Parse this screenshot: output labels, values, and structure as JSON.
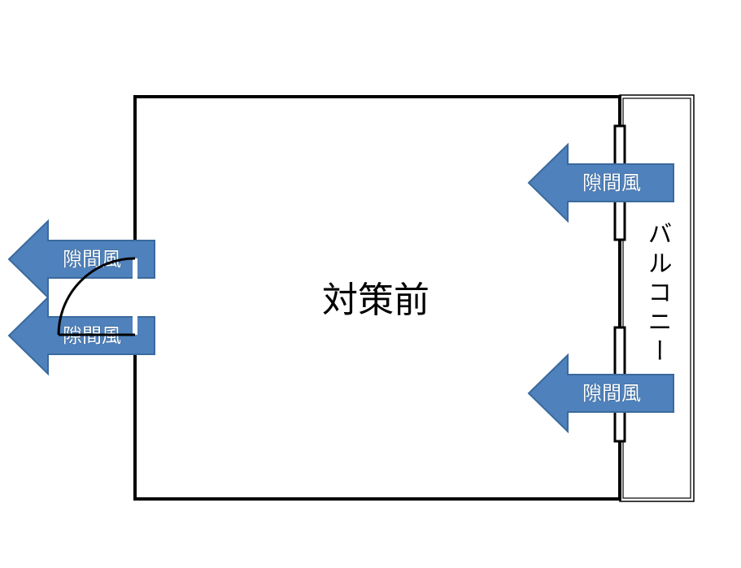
{
  "room": {
    "label": "対策前"
  },
  "balcony": {
    "label": "バルコニー"
  },
  "arrows": [
    {
      "id": "window-top",
      "label": "隙間風"
    },
    {
      "id": "window-bottom",
      "label": "隙間風"
    },
    {
      "id": "door-top",
      "label": "隙間風"
    },
    {
      "id": "door-bottom",
      "label": "隙間風"
    }
  ],
  "colors": {
    "arrow_fill": "#4f81bd",
    "arrow_stroke": "#3a6a9c",
    "wall": "#000000",
    "background": "#ffffff"
  }
}
